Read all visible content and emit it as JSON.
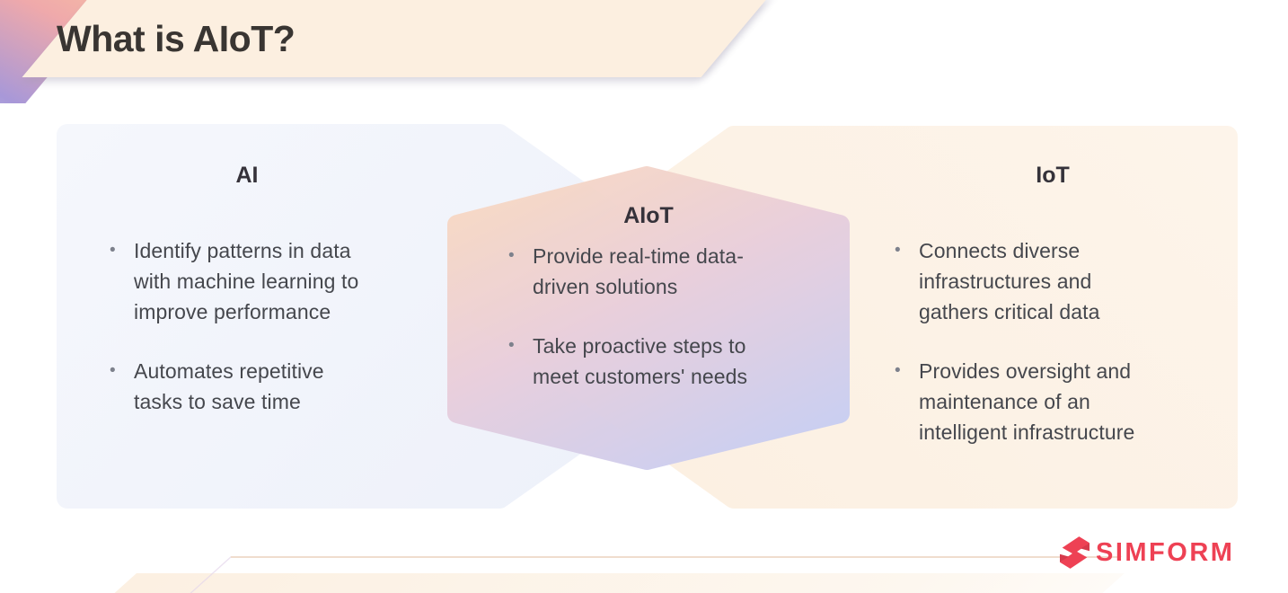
{
  "header": {
    "title": "What is AIoT?"
  },
  "panels": {
    "ai": {
      "title": "AI",
      "bullets": [
        "Identify patterns in data\nwith machine learning to\nimprove performance",
        "Automates repetitive\ntasks to save time"
      ]
    },
    "aiot": {
      "title": "AIoT",
      "bullets": [
        "Provide real-time data-\ndriven solutions",
        "Take proactive steps to\nmeet customers' needs"
      ]
    },
    "iot": {
      "title": "IoT",
      "bullets": [
        "Connects diverse\ninfrastructures and\ngathers critical data",
        "Provides oversight and\nmaintenance of an\nintelligent infrastructure"
      ]
    }
  },
  "footer": {
    "brand": "SIMFORM"
  },
  "ui": {
    "bullet_glyph": "•"
  },
  "colors": {
    "banner": "#fcefe0",
    "panel_ai": "#f2f4fa",
    "panel_iot": "#fdf3e8",
    "hex_peach": "#f8d8c3",
    "hex_periwinkle": "#c9cef2",
    "brand": "#ee4154",
    "heading_text": "#393532",
    "body_text": "#45474d"
  }
}
